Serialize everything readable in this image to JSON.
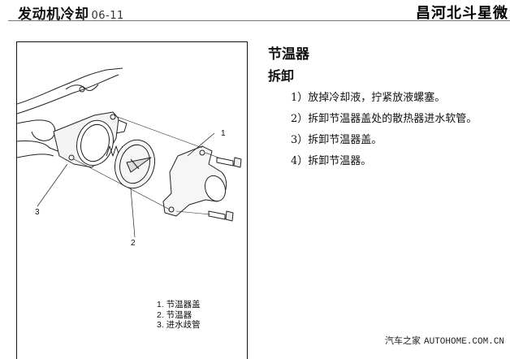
{
  "header": {
    "section_title": "发动机冷却",
    "page_code": "06-11",
    "brand": "昌河北斗星微"
  },
  "content": {
    "title": "节温器",
    "subtitle": "拆卸",
    "steps": [
      "1）放掉冷却液，拧紧放液螺塞。",
      "2）拆卸节温器盖处的散热器进水软管。",
      "3）拆卸节温器盖。",
      "4）拆卸节温器。"
    ]
  },
  "figure": {
    "callouts": [
      "1",
      "2",
      "3"
    ],
    "legend": [
      "1. 节温器盖",
      "2. 节温器",
      "3. 进水歧管"
    ]
  },
  "watermark": {
    "cn": "汽车之家",
    "en": "AUTOHOME.COM.CN"
  }
}
